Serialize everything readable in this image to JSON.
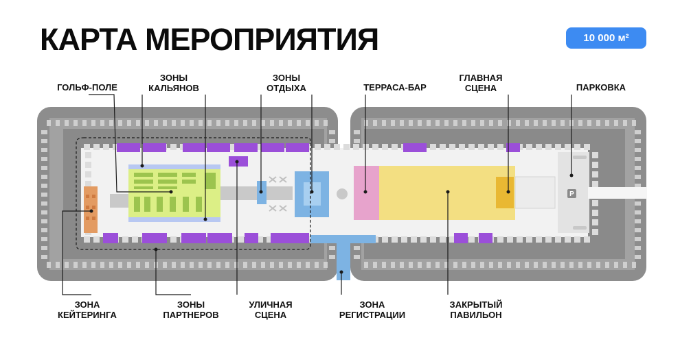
{
  "header": {
    "title": "КАРТА МЕРОПРИЯТИЯ",
    "area_badge": "10 000 м²"
  },
  "labels": {
    "golf": [
      "ГОЛЬФ-ПОЛЕ"
    ],
    "hookah": [
      "ЗОНЫ",
      "КАЛЬЯНОВ"
    ],
    "rest": [
      "ЗОНЫ",
      "ОТДЫХА"
    ],
    "terrace": [
      "ТЕРРАСА-БАР"
    ],
    "main_stage": [
      "ГЛАВНАЯ",
      "СЦЕНА"
    ],
    "parking": [
      "ПАРКОВКА"
    ],
    "catering": [
      "ЗОНА",
      "КЕЙТЕРИНГА"
    ],
    "partners": [
      "ЗОНЫ",
      "ПАРТНЕРОВ"
    ],
    "street_stage": [
      "УЛИЧНАЯ",
      "СЦЕНА"
    ],
    "registration": [
      "ЗОНА",
      "РЕГИСТРАЦИИ"
    ],
    "pavilion": [
      "ЗАКРЫТЫЙ",
      "ПАВИЛЬОН"
    ]
  },
  "map": {
    "parking_sign": "P",
    "colors": {
      "purple": "#9b4fd9",
      "blue": "#7db3e3",
      "pink": "#e7a3cc",
      "yellow": "#f3df82",
      "stage": "#e9b833",
      "green": "#d8ee84",
      "lavender": "#b8c8f2",
      "orange": "#e39b62",
      "wall": "#8e8e8e",
      "floor": "#f3f3f3"
    }
  }
}
